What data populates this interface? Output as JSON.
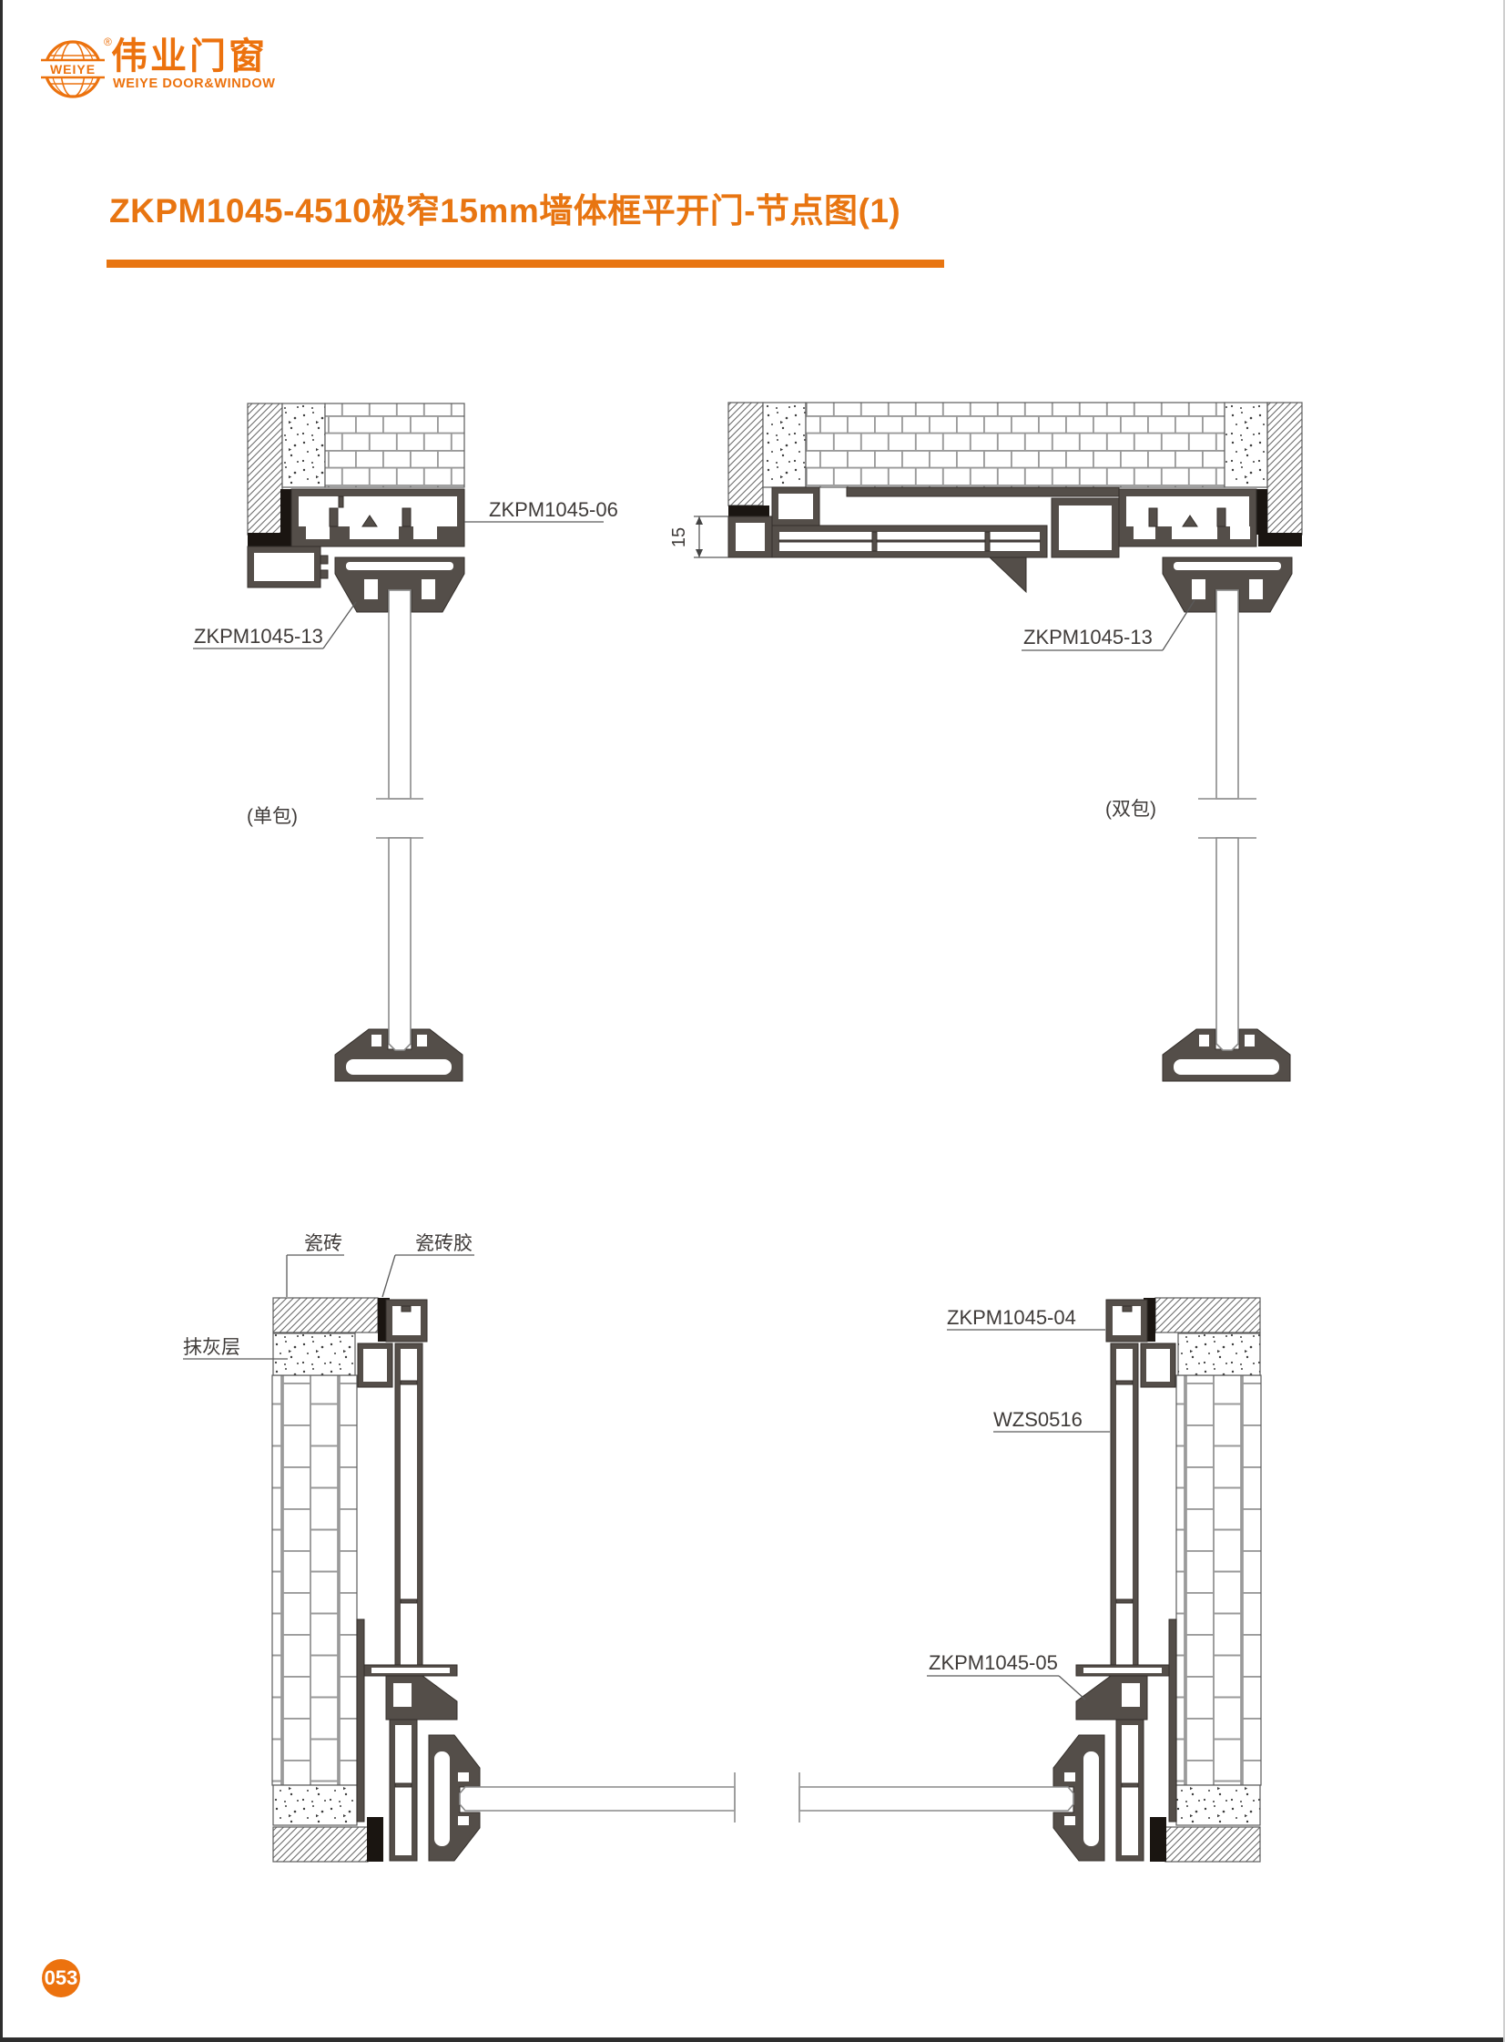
{
  "page": {
    "title": "ZKPM1045-4510极窄15mm墙体框平开门-节点图(1)",
    "page_number": "053"
  },
  "logo": {
    "globe_text": "WEIYE",
    "registered_mark": "®",
    "brand_cn": "伟业门窗",
    "brand_en": "WEIYE DOOR&WINDOW"
  },
  "colors": {
    "accent": "#EC720E",
    "profile_dark": "#544E49",
    "drawing_line": "#555555"
  },
  "drawings": {
    "top_left": {
      "labels": {
        "head_frame": "ZKPM1045-06",
        "adapter": "ZKPM1045-13",
        "wrap": "(单包)"
      }
    },
    "top_right": {
      "labels": {
        "adapter": "ZKPM1045-13",
        "wrap": "(双包)",
        "dim": "15"
      }
    },
    "bottom_left": {
      "labels": {
        "tile": "瓷砖",
        "tile_adhesive": "瓷砖胶",
        "plaster": "抹灰层"
      }
    },
    "bottom_right": {
      "labels": {
        "top_frame": "ZKPM1045-04",
        "jamb": "WZS0516",
        "sill": "ZKPM1045-05"
      }
    }
  }
}
